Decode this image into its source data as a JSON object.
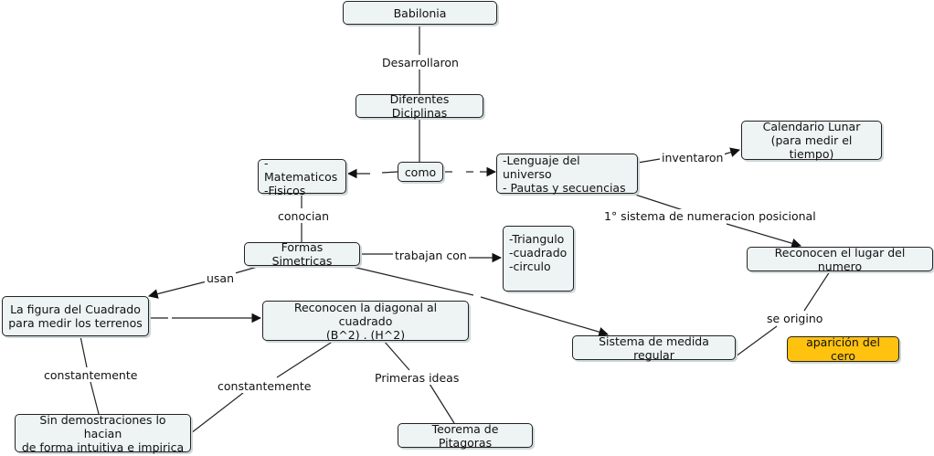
{
  "nodes": {
    "babilonia": "Babilonia",
    "disciplinas": "Diferentes Diciplinas",
    "como": "como",
    "matematicos": "-Matematicos\n-Fisicos",
    "lenguaje": "-Lenguaje del universo\n- Pautas y secuencias",
    "calendario": "Calendario Lunar\n(para medir el tiempo)",
    "formas": "Formas Simetricas",
    "triangulo": "-Triangulo\n-cuadrado\n-circulo",
    "reconocen_numero": "Reconocen el lugar del numero",
    "figura": "La figura del Cuadrado\npara medir los terrenos",
    "diagonal": "Reconocen la diagonal al cuadrado\n(B^2) . (H^2)",
    "sistema": "Sistema de medida regular",
    "cero": "aparición del cero",
    "demostraciones": "Sin demostraciones lo hacian\nde forma intuitiva e impirica",
    "pitagoras": "Teorema de Pitagoras"
  },
  "links": {
    "desarrollaron": "Desarrollaron",
    "inventaron": "inventaron",
    "sistema_numeracion": "1° sistema de numeracion posicional",
    "conocian": "conocian",
    "trabajan_con": "trabajan con",
    "usan": "usan",
    "se_origino": "se origino",
    "constantemente_1": "constantemente",
    "constantemente_2": "constantemente",
    "primeras_ideas": "Primeras ideas"
  },
  "colors": {
    "node_fill": "#eef3f4",
    "highlight_fill": "#ffc20e",
    "line": "#222222"
  }
}
